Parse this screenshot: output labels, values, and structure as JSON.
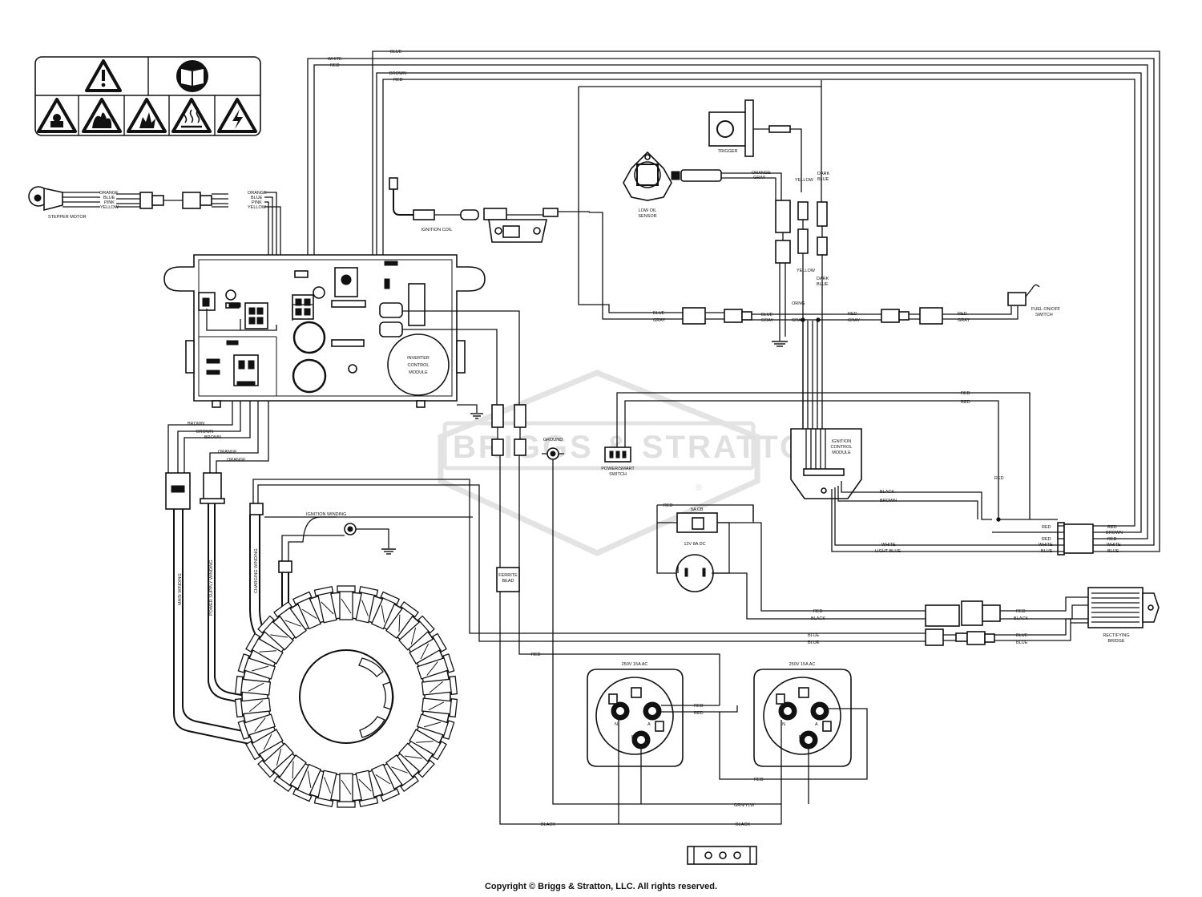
{
  "watermark": {
    "brand": "BRIGGS & STRATTON",
    "registered": "®"
  },
  "copyright": "Copyright © Briggs & Stratton, LLC. All rights reserved.",
  "components": {
    "stepper_motor": "STEPPER MOTOR",
    "ignition_coil": "IGNITION COIL",
    "trigger": "TRIGGER",
    "low_oil_sensor": [
      "LOW OIL",
      "SENSOR"
    ],
    "fuel_switch": [
      "FUEL ON/OFF",
      "SWITCH"
    ],
    "inverter_module": [
      "INVERTER",
      "CONTROL",
      "MODULE"
    ],
    "ignition_module": [
      "IGNITION",
      "CONTROL",
      "MODULE"
    ],
    "power_switch": [
      "POWER/SMART",
      "SWITCH"
    ],
    "ground": "GROUND",
    "ferrite_bead": [
      "FERRITE",
      "BEAD"
    ],
    "breaker": "5A CB",
    "dc_outlet": "12V 8A DC",
    "rectifying_bridge": [
      "RECTIFYING",
      "BRIDGE"
    ],
    "outlet_left": "250V 15A AC",
    "outlet_right": "250V 15A AC",
    "main_winding": "MAIN WINDING",
    "power_supply_winding": "POWER SUPPLY WINDING",
    "charging_winding": "CHARGING WINDING",
    "ignition_winding": "IGNITION WINDING"
  },
  "wire_labels": {
    "top": [
      "BLUE",
      "WHITE",
      "RED",
      "BROWN",
      "RED"
    ],
    "stepper_left": [
      "ORANGE",
      "BLUE",
      "PINK",
      "YELLOW"
    ],
    "stepper_right": [
      "ORANGE",
      "BLUE",
      "PINK",
      "YELLOW"
    ],
    "oil": [
      "ORANGE",
      "GRAY"
    ],
    "yellow": "YELLOW",
    "dark_blue": [
      "DARK",
      "BLUE"
    ],
    "orng": "ORNG",
    "harness_blue_gray": [
      "BLUE",
      "GRAY"
    ],
    "harness_blue_gray_2": [
      "BLUE",
      "GRAY"
    ],
    "harness_gray": "GRAY",
    "fuel_red_gray": [
      "RED",
      "GRAY"
    ],
    "fuel_red_gray_2": [
      "RED",
      "GRAY"
    ],
    "brown_orange": [
      "BROWN",
      "BROWN",
      "BROWN",
      "ORANGE",
      "ORANGE"
    ],
    "switch_red": [
      "RED",
      "RED"
    ],
    "red_vert": "RED",
    "ign_out": [
      "BLACK",
      "BROWN",
      "WHITE",
      "LIGHT BLUE"
    ],
    "conn_left": [
      "RED",
      "RED",
      "WHITE",
      "BLUE"
    ],
    "conn_right": [
      "RED",
      "BROWN",
      "RED",
      "WHITE",
      "BLUE"
    ],
    "breaker_red": "RED",
    "bridge_left": [
      "RED",
      "BLACK",
      "BLUE",
      "BLUE"
    ],
    "bridge_right": [
      "RED",
      "BLACK",
      "BLUE",
      "BLUE"
    ],
    "outlet_red": "RED",
    "outlet_right_red": [
      "RED",
      "RED"
    ],
    "bottom_red": "RED",
    "grn_ylw": "GRN/YLW",
    "black_left": "BLACK",
    "black_right": "BLACK"
  },
  "outlet_pins": [
    "N",
    "A",
    "E",
    "N",
    "A",
    "E"
  ],
  "icons": [
    "warning-triangle-icon",
    "manual-book-icon",
    "operator-hazard-icon",
    "fire-hazard-icon",
    "explosion-hazard-icon",
    "hot-surface-icon",
    "electric-shock-icon"
  ]
}
